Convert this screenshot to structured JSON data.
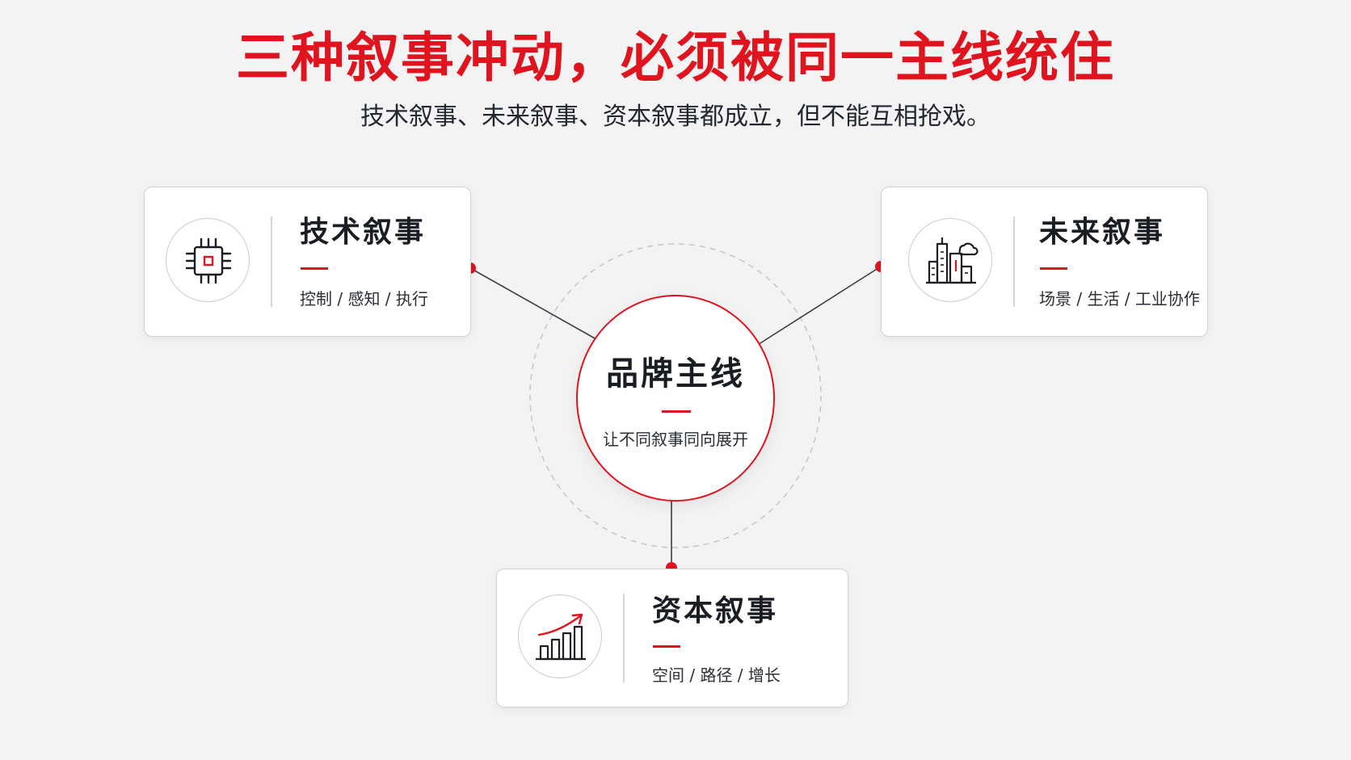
{
  "header": {
    "title": "三种叙事冲动，必须被同一主线统住",
    "subtitle": "技术叙事、未来叙事、资本叙事都成立，但不能互相抢戏。"
  },
  "center": {
    "title": "品牌主线",
    "subtitle": "让不同叙事同向展开"
  },
  "cards": [
    {
      "title": "技术叙事",
      "items": "控制 / 感知 / 执行",
      "icon": "chip-icon"
    },
    {
      "title": "未来叙事",
      "items": "场景 / 生活 / 工业协作",
      "icon": "city-icon"
    },
    {
      "title": "资本叙事",
      "items": "空间 / 路径 / 增长",
      "icon": "growth-chart-icon"
    }
  ],
  "colors": {
    "accent": "#e0141f",
    "text": "#1a1d24",
    "background": "#f3f3f4",
    "border": "#cfd2d6"
  }
}
